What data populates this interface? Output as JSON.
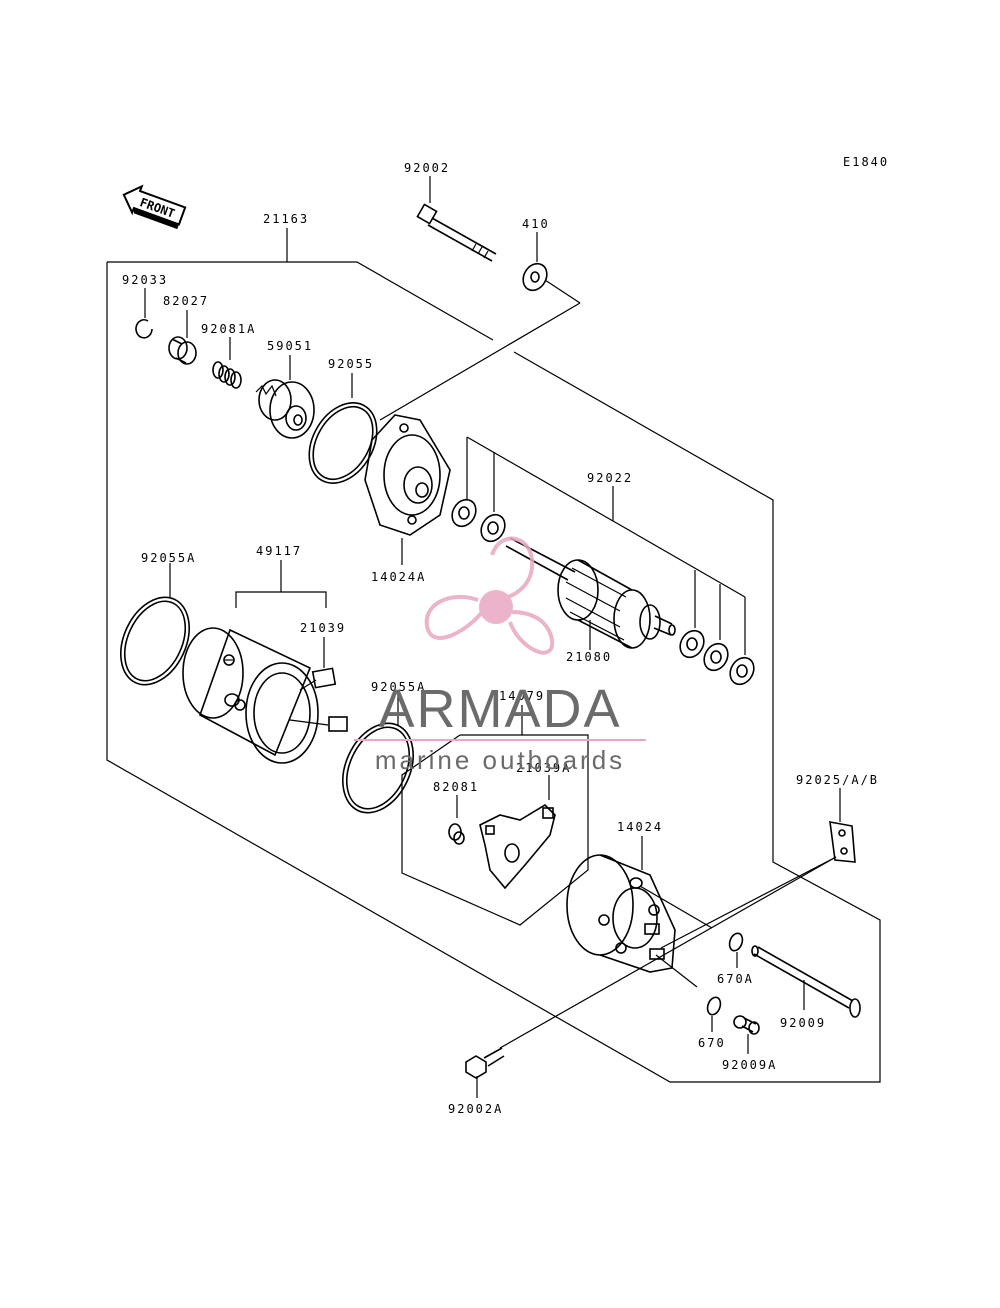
{
  "diagram_code": "E1840",
  "front_label": "FRONT",
  "watermark": {
    "name": "ARMADA",
    "tagline": "marine outboards",
    "accent": "#e8a7c2",
    "text_color": "#6b6b6b"
  },
  "labels": {
    "p92002": "92002",
    "p410": "410",
    "p21163": "21163",
    "p92033": "92033",
    "p82027": "82027",
    "p92081A": "92081A",
    "p59051": "59051",
    "p92055": "92055",
    "p92022": "92022",
    "p14024A": "14024A",
    "p92055A_top": "92055A",
    "p49117": "49117",
    "p21039": "21039",
    "p21080": "21080",
    "p92055A_mid": "92055A",
    "p14079": "14079",
    "p21039A": "21039A",
    "p82081": "82081",
    "p92025": "92025/A/B",
    "p14024": "14024",
    "p670A": "670A",
    "p92009": "92009",
    "p670": "670",
    "p92009A": "92009A",
    "p92002A": "92002A"
  }
}
